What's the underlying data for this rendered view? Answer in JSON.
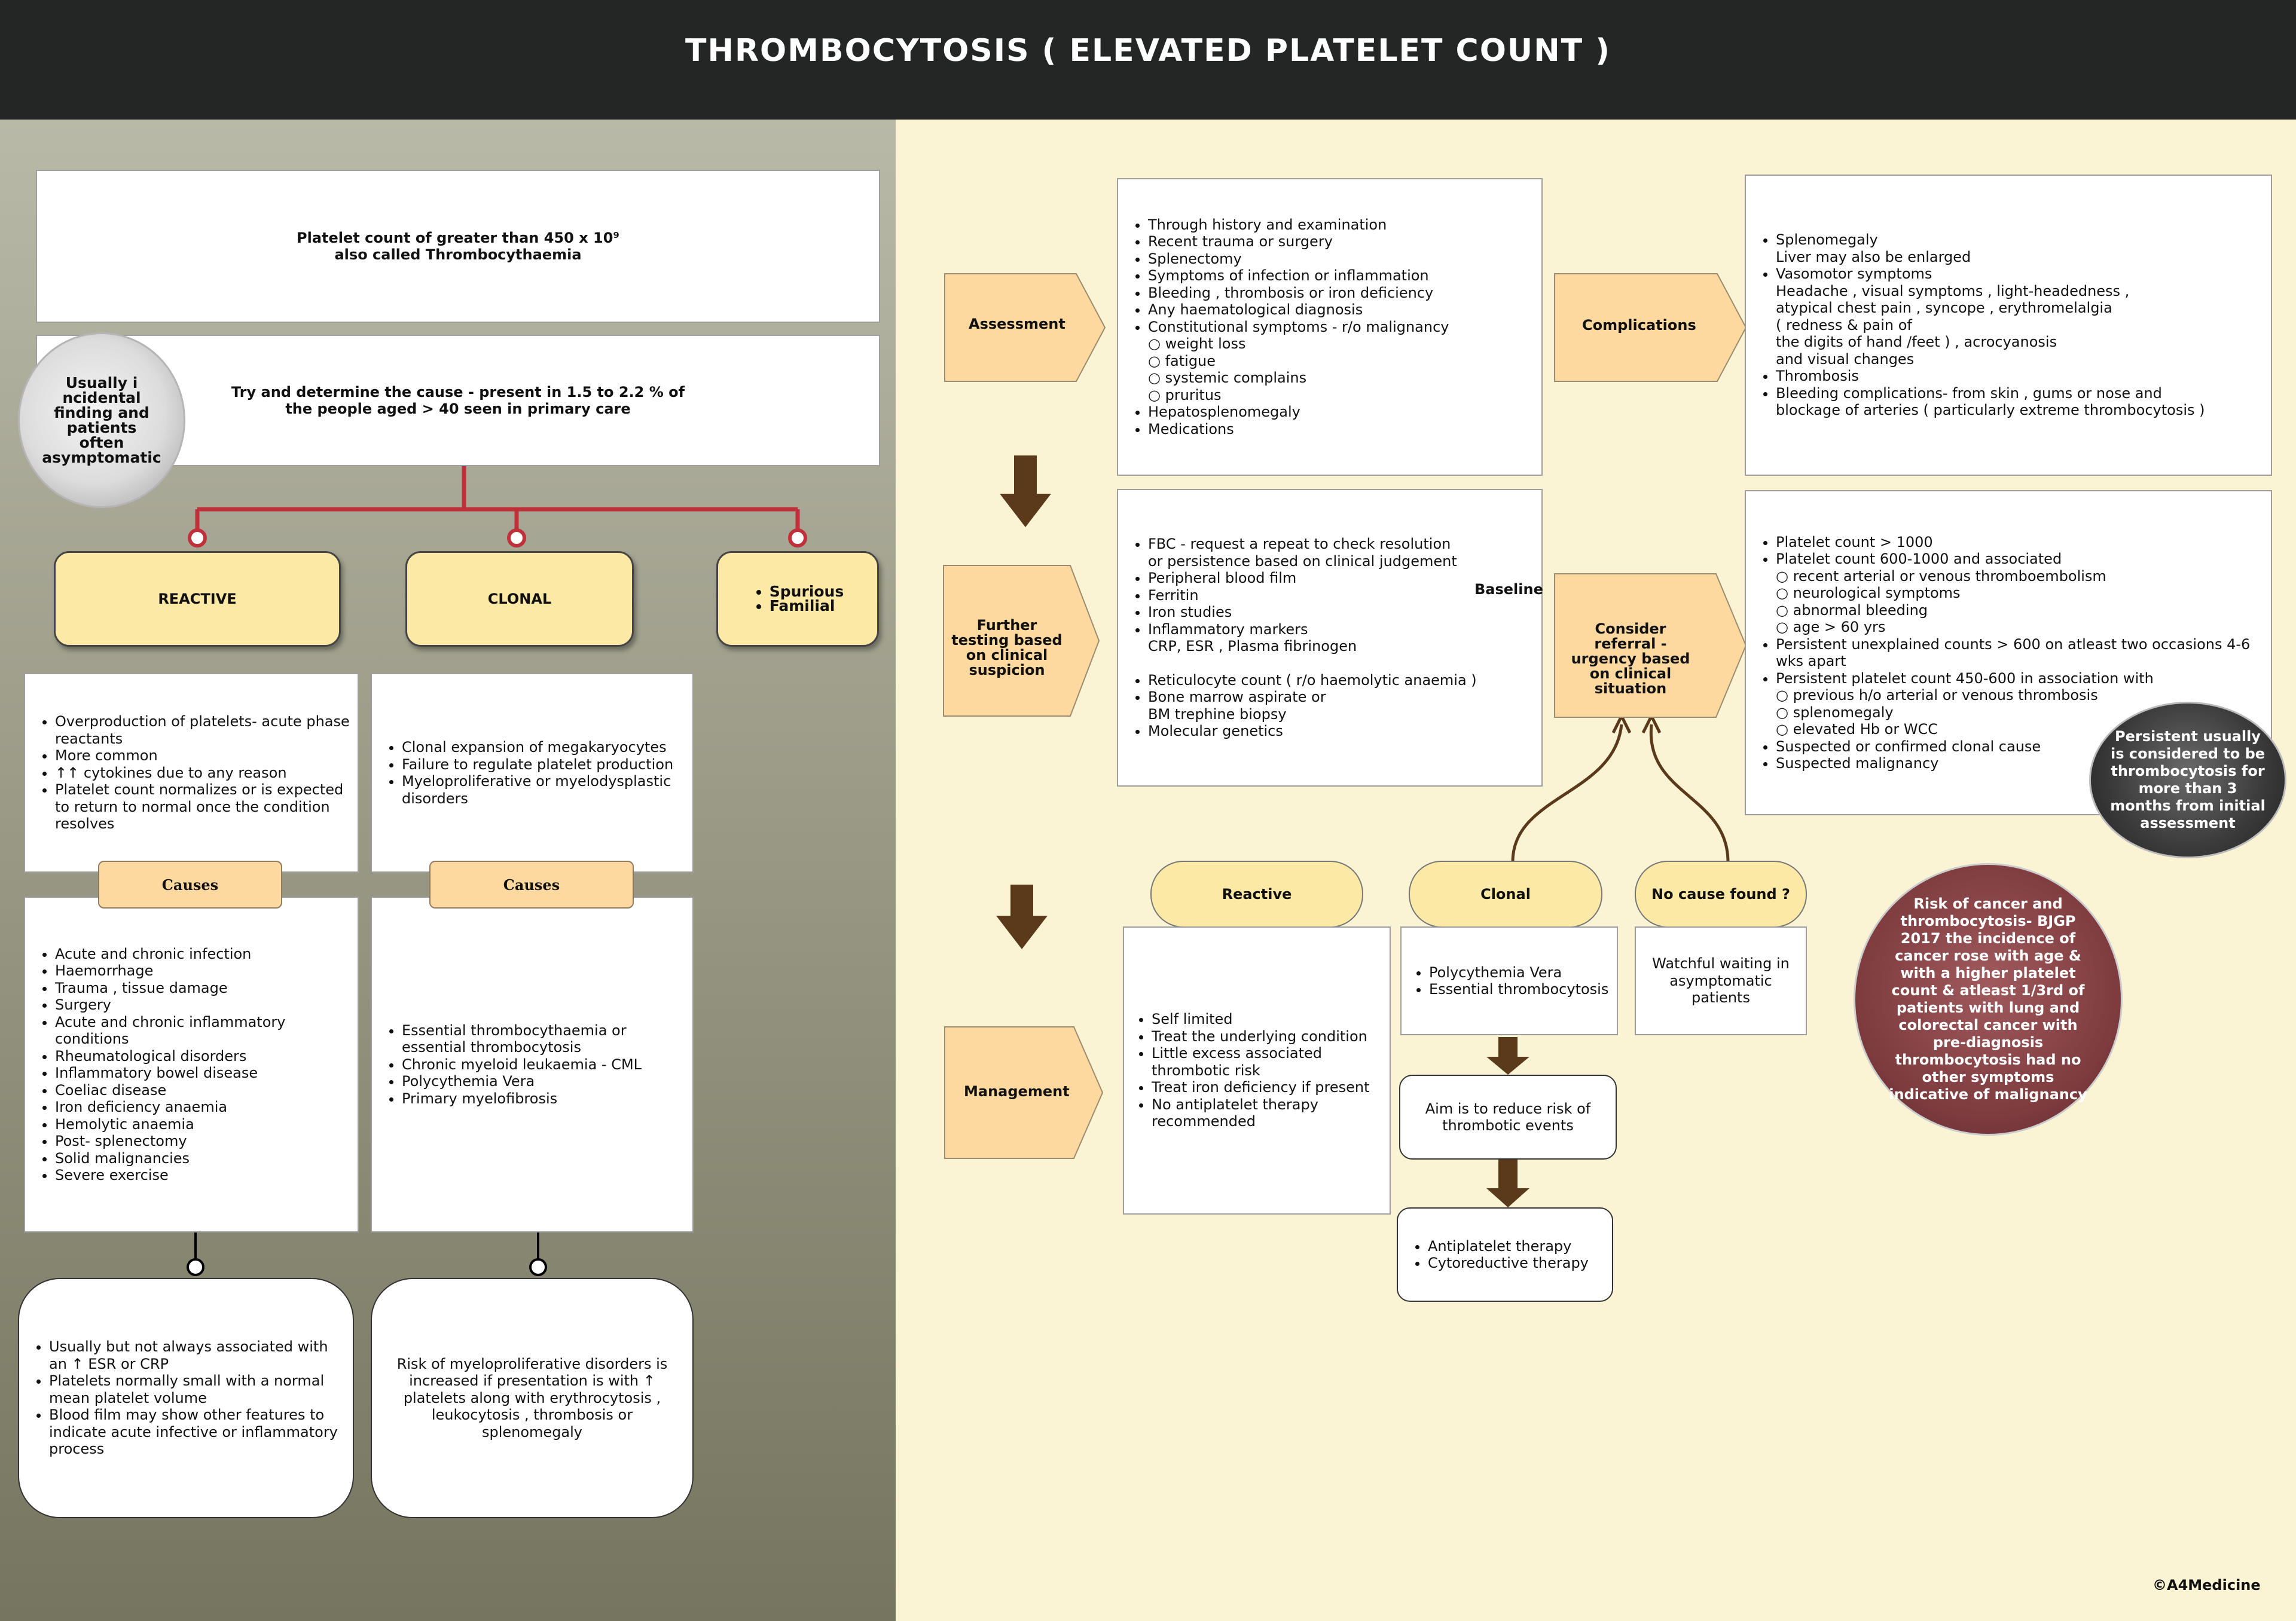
{
  "title": "THROMBOCYTOSIS ( ELEVATED PLATELET COUNT )",
  "definition": {
    "line1": "Platelet count of greater than  450 x 10⁹",
    "line2": "also called Thrombocythaemia"
  },
  "cause_box": {
    "line1": "Try and determine the cause  - present in 1.5 to 2.2 % of",
    "line2": "the people aged > 40 seen in primary care"
  },
  "incidental_circle": [
    "Usually i",
    "ncidental",
    "finding and",
    "patients",
    "often",
    "asymptomatic"
  ],
  "categories": {
    "reactive": "REACTIVE",
    "clonal": "CLONAL",
    "other": [
      "Spurious",
      "Familial"
    ]
  },
  "reactive_desc": [
    "Overproduction of platelets- acute phase reactants",
    "More common",
    "↑↑ cytokines due to any reason",
    "Platelet count normalizes or is expected to return to normal once the condition resolves"
  ],
  "clonal_desc": [
    "Clonal expansion of megakaryocytes",
    "Failure to regulate platelet production",
    "Myeloproliferative or myelodysplastic disorders"
  ],
  "causes_label": "Causes",
  "reactive_causes": [
    "Acute and chronic infection",
    "Haemorrhage",
    "Trauma , tissue damage",
    "Surgery",
    "Acute and chronic inflammatory conditions",
    "Rheumatological disorders",
    "Inflammatory bowel disease",
    "Coeliac disease",
    "Iron deficiency anaemia",
    "Hemolytic anaemia",
    "Post- splenectomy",
    "Solid malignancies",
    "Severe exercise"
  ],
  "clonal_causes": [
    "Essential thrombocythaemia or essential thrombocytosis",
    "Chronic myeloid leukaemia - CML",
    "Polycythemia Vera",
    "Primary myelofibrosis"
  ],
  "reactive_notes": [
    "Usually but not always associated with an ↑ ESR or CRP",
    "Platelets normally small with a normal mean platelet volume",
    "Blood film may show other features to indicate acute infective or inflammatory process"
  ],
  "clonal_note": "Risk of myeloproliferative disorders is increased if presentation is with ↑ platelets along with erythrocytosis , leukocytosis , thrombosis or splenomegaly",
  "assessment": {
    "label": "Assessment",
    "items": [
      "Through history and examination",
      "Recent trauma or surgery",
      "Splenectomy",
      "Symptoms of infection or inflammation",
      "Bleeding , thrombosis or iron deficiency",
      "Any haematological diagnosis",
      "Constitutional symptoms - r/o malignancy"
    ],
    "subitems": [
      "weight loss",
      "fatigue",
      "systemic complains",
      "pruritus"
    ],
    "items2": [
      "Hepatosplenomegaly",
      "Medications"
    ]
  },
  "complications": {
    "label": "Complications",
    "splen": "Splenomegaly",
    "splen_sub": "Liver may also be enlarged",
    "vaso": "Vasomotor symptoms",
    "vaso_lines": [
      "Headache , visual symptoms , light-headedness ,",
      " atypical chest pain , syncope , erythromelalgia",
      "( redness & pain of",
      " the digits of hand /feet ) , acrocyanosis",
      "and visual changes"
    ],
    "thrombosis": "Thrombosis",
    "bleeding": "Bleeding complications- from skin , gums or nose and",
    "bleeding_sub": " blockage of arteries ( particularly extreme thrombocytosis )"
  },
  "further_testing": {
    "label": "Further testing based on clinical suspicion",
    "fbc_line1": "FBC - request a repeat to check resolution",
    "fbc_line2": " or persistence based on clinical judgement",
    "items": [
      "Peripheral blood film",
      "Ferritin",
      "Iron studies",
      "Inflammatory markers"
    ],
    "markers_sub": "CRP, ESR , Plasma fibrinogen",
    "baseline": "Baseline",
    "items2": [
      "Reticulocyte count ( r/o haemolytic anaemia )",
      "Bone marrow aspirate or"
    ],
    "bm_sub": "BM trephine biopsy",
    "items3": [
      "Molecular genetics"
    ]
  },
  "referral": {
    "label": "Consider referral - urgency based on clinical situation",
    "items": [
      "Platelet count > 1000",
      "Platelet count 600-1000 and associated"
    ],
    "sub1": [
      "recent arterial or venous thromboembolism",
      "neurological symptoms",
      "abnormal bleeding",
      "age > 60 yrs"
    ],
    "items2": [
      "Persistent unexplained  counts > 600 on atleast two occasions 4-6 wks apart",
      "Persistent platelet count 450-600 in association with"
    ],
    "sub2": [
      "previous h/o arterial or venous thrombosis",
      "splenomegaly",
      "elevated Hb or WCC"
    ],
    "items3": [
      "Suspected or confirmed clonal cause",
      "Suspected malignancy"
    ]
  },
  "persistent_circle": "Persistent usually  is  considered to be thrombocytosis for more than 3 months from initial assessment",
  "cancer_circle": "Risk of cancer and thrombocytosis- BJGP 2017 the incidence of cancer rose with age & with a higher platelet count & atleast 1/3rd of patients with lung and colorectal cancer with pre-diagnosis thrombocytosis had no other symptoms indicative of malignancy",
  "management": {
    "label": "Management",
    "reactive_label": "Reactive",
    "clonal_label": "Clonal",
    "nocause_label": "No cause found ?",
    "reactive_items": [
      "Self limited",
      "Treat the underlying condition",
      "Little excess associated thrombotic risk",
      "Treat iron deficiency if present",
      "No antiplatelet therapy recommended"
    ],
    "clonal_items": [
      "Polycythemia Vera",
      "Essential thrombocytosis"
    ],
    "nocause_text": "Watchful waiting in asymptomatic patients",
    "aim_text": "Aim is to reduce risk of thrombotic events",
    "therapy_items": [
      "Antiplatelet therapy",
      "Cytoreductive therapy"
    ]
  },
  "copyright": "©A4Medicine"
}
